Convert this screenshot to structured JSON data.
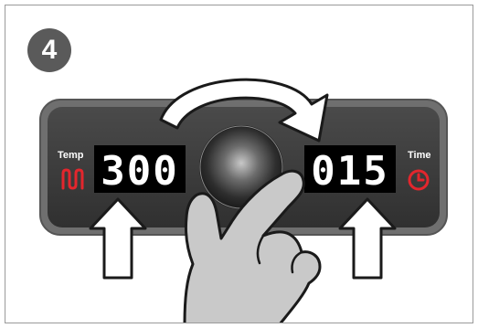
{
  "step": {
    "number": "4"
  },
  "panel": {
    "temp_label": "Temp",
    "time_label": "Time",
    "temp_value": "300",
    "time_value": "015"
  },
  "icons": {
    "temp_icon": "heating-element-icon",
    "time_icon": "clock-icon",
    "knob": "control-knob",
    "rotate_arrow": "clockwise-arrow-icon",
    "up_arrows": "up-arrow-icon",
    "hand": "pointing-hand-icon"
  },
  "colors": {
    "panel_outer": "#6f6f6f",
    "panel_inner": "#3a3a3a",
    "display_bg": "#000000",
    "digit": "#ffffff",
    "accent_red": "#e3262d",
    "badge": "#5a5a5a",
    "hand_fill": "#c9c9c9"
  }
}
